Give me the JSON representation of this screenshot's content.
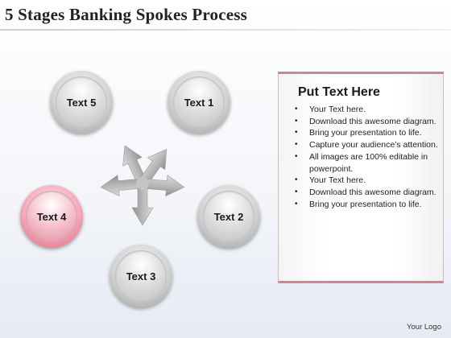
{
  "title": "5 Stages Banking Spokes Process",
  "stages": [
    {
      "id": "1",
      "label": "Text 1",
      "active": false
    },
    {
      "id": "2",
      "label": "Text 2",
      "active": false
    },
    {
      "id": "3",
      "label": "Text 3",
      "active": false
    },
    {
      "id": "4",
      "label": "Text 4",
      "active": true
    },
    {
      "id": "5",
      "label": "Text 5",
      "active": false
    }
  ],
  "panel": {
    "title": "Put Text Here",
    "bullets": [
      "Your Text here.",
      "Download this awesome diagram.",
      "Bring your presentation to life.",
      "Capture your audience’s attention.",
      "All images are 100% editable in powerpoint.",
      "Your Text here.",
      "Download this awesome diagram.",
      "Bring your presentation to life."
    ]
  },
  "logo": "Your Logo",
  "colors": {
    "active_accent": "#e0889c",
    "panel_border": "#c78a92",
    "arrow_gray": "#b8b8b8"
  }
}
